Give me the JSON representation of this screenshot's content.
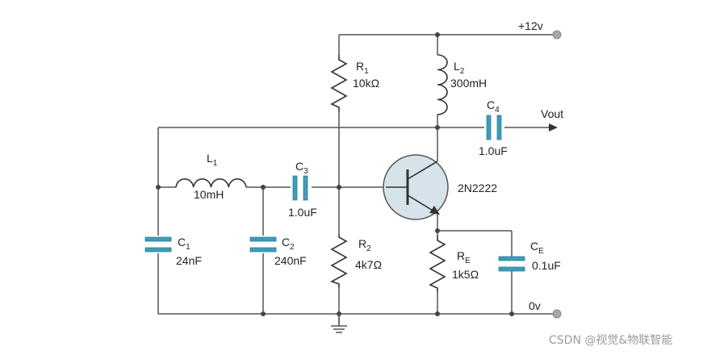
{
  "supply": {
    "label": "+12v"
  },
  "ground_rail": {
    "label": "0v"
  },
  "output": {
    "label": "Vout"
  },
  "R1": {
    "letter": "R",
    "sub": "1",
    "value": "10kΩ"
  },
  "R2": {
    "letter": "R",
    "sub": "2",
    "value": "4k7Ω"
  },
  "RE": {
    "letter": "R",
    "sub": "E",
    "value": "1k5Ω"
  },
  "L1": {
    "letter": "L",
    "sub": "1",
    "value": "10mH"
  },
  "L2": {
    "letter": "L",
    "sub": "2",
    "value": "300mH"
  },
  "C1": {
    "letter": "C",
    "sub": "1",
    "value": "24nF"
  },
  "C2": {
    "letter": "C",
    "sub": "2",
    "value": "240nF"
  },
  "C3": {
    "letter": "C",
    "sub": "3",
    "value": "1.0uF"
  },
  "C4": {
    "letter": "C",
    "sub": "4",
    "value": "1.0uF"
  },
  "CE": {
    "letter": "C",
    "sub": "E",
    "value": "0.1uF"
  },
  "transistor": {
    "label": "2N2222"
  },
  "watermark": "CSDN @视觉&物联智能",
  "colors": {
    "capacitor": "#3d9cb8",
    "transistor_body": "#d6e3ea",
    "wire": "#555555"
  }
}
